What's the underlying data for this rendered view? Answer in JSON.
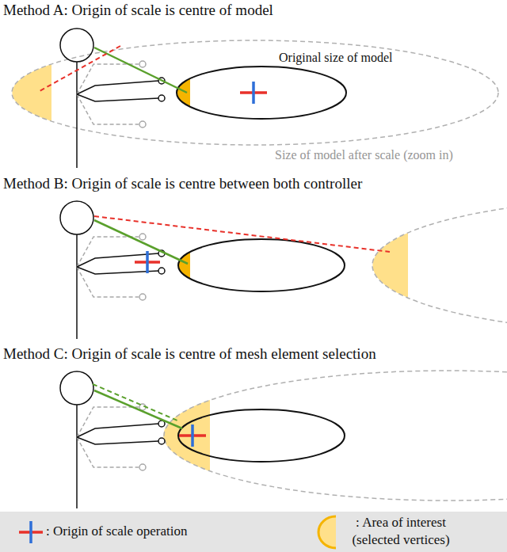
{
  "diagram": {
    "labels": [
      "Method A: Origin of scale is centre of model",
      "Original size of model",
      "Size of model after scale (zoom in)",
      "Method B: Origin of scale is centre between both controller",
      "Method C: Origin of scale is centre of mesh element selection"
    ],
    "legend": [
      {
        "text": ": Origin of scale operation"
      },
      {
        "text": ": Area of interest (selected vertices)"
      }
    ]
  }
}
